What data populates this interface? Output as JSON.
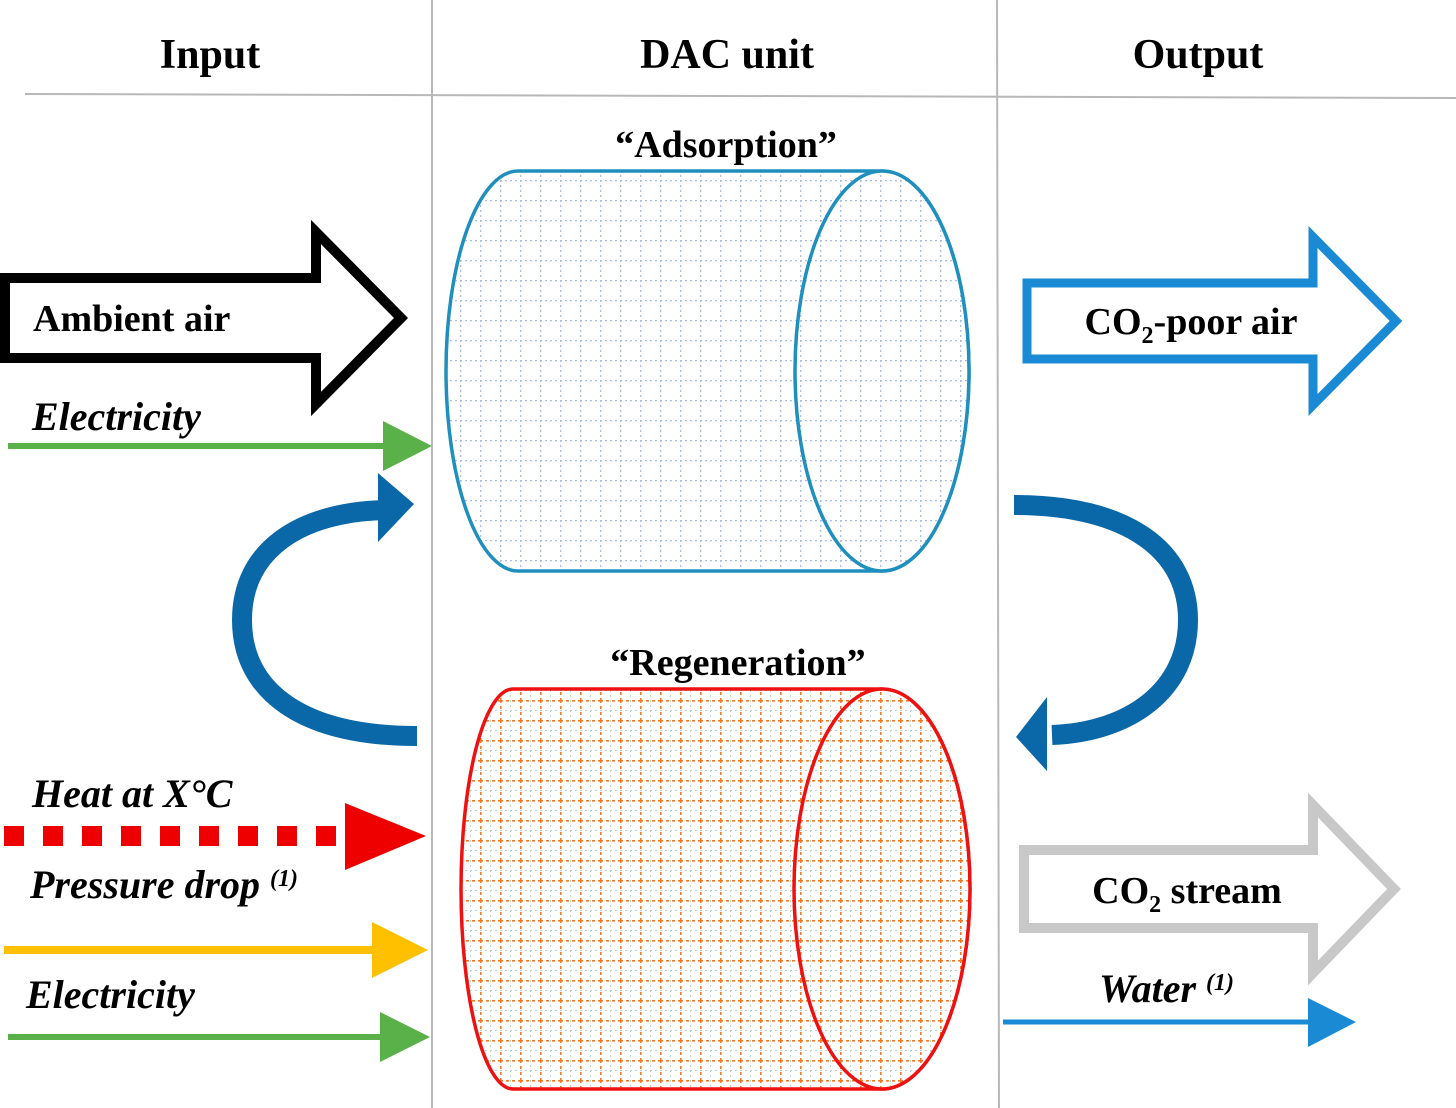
{
  "headers": {
    "input": "Input",
    "dac_unit": "DAC unit",
    "output": "Output"
  },
  "units": {
    "adsorption": {
      "title": "“Adsorption”",
      "color": "#1f8fbd"
    },
    "regeneration": {
      "title": "“Regeneration”",
      "color": "#ee1111"
    }
  },
  "inputs": {
    "ambient_air": "Ambient air",
    "electricity_top": "Electricity",
    "heat": "Heat at X°C",
    "pressure_drop": "Pressure drop",
    "pressure_drop_note": "(1)",
    "electricity_bottom": "Electricity"
  },
  "outputs": {
    "co2_poor_air_prefix": "CO",
    "co2_poor_air_sub": "2",
    "co2_poor_air_suffix": "-poor air",
    "co2_stream_prefix": "CO",
    "co2_stream_sub": "2",
    "co2_stream_suffix": " stream",
    "water": "Water",
    "water_note": "(1)"
  },
  "colors": {
    "ambient_air_arrow": "#000000",
    "electricity_arrow": "#5ab14a",
    "heat_arrow": "#ee0000",
    "pressure_drop_arrow": "#ffc000",
    "co2_poor_air_arrow": "#1a8ad4",
    "co2_stream_arrow": "#c8c8c8",
    "water_arrow": "#1a8ad4",
    "cycle_arrow": "#0b68a8",
    "table_lines": "#b8b8b8"
  }
}
